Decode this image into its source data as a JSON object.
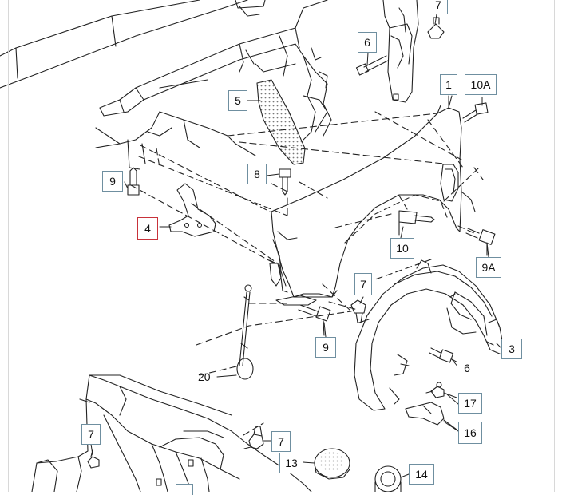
{
  "diagram": {
    "part_labels": [
      {
        "id": "1",
        "label": "1"
      },
      {
        "id": "10a",
        "label": "10A"
      },
      {
        "id": "7-top",
        "label": "7"
      },
      {
        "id": "6-top",
        "label": "6"
      },
      {
        "id": "5",
        "label": "5"
      },
      {
        "id": "8",
        "label": "8"
      },
      {
        "id": "9-left",
        "label": "9"
      },
      {
        "id": "4",
        "label": "4"
      },
      {
        "id": "10",
        "label": "10"
      },
      {
        "id": "9a",
        "label": "9A"
      },
      {
        "id": "7-mid",
        "label": "7"
      },
      {
        "id": "9-mid",
        "label": "9"
      },
      {
        "id": "3",
        "label": "3"
      },
      {
        "id": "6-right",
        "label": "6"
      },
      {
        "id": "17",
        "label": "17"
      },
      {
        "id": "16",
        "label": "16"
      },
      {
        "id": "7-bottom-left",
        "label": "7"
      },
      {
        "id": "7-bottom",
        "label": "7"
      },
      {
        "id": "13",
        "label": "13"
      },
      {
        "id": "14",
        "label": "14"
      }
    ],
    "plain_label": "20",
    "selected_label": "4",
    "colors": {
      "line": "#222222",
      "callout_border": "#6f8fa0",
      "selected_border": "#c8323a",
      "dots": "#777777"
    }
  }
}
